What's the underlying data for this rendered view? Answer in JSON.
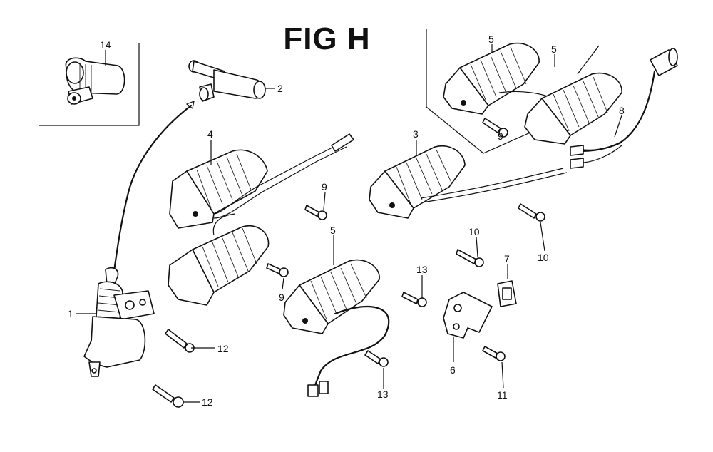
{
  "title": "FIG H",
  "callouts": [
    {
      "id": "c14",
      "text": "14"
    },
    {
      "id": "c2",
      "text": "2"
    },
    {
      "id": "c5a",
      "text": "5"
    },
    {
      "id": "c5b",
      "text": "5"
    },
    {
      "id": "c8",
      "text": "8"
    },
    {
      "id": "c9a",
      "text": "9"
    },
    {
      "id": "c4",
      "text": "4"
    },
    {
      "id": "c3",
      "text": "3"
    },
    {
      "id": "c9b",
      "text": "9"
    },
    {
      "id": "c10a",
      "text": "10"
    },
    {
      "id": "c10b",
      "text": "10"
    },
    {
      "id": "c5c",
      "text": "5"
    },
    {
      "id": "c7",
      "text": "7"
    },
    {
      "id": "c13a",
      "text": "13"
    },
    {
      "id": "c9c",
      "text": "9"
    },
    {
      "id": "c1",
      "text": "1"
    },
    {
      "id": "c12a",
      "text": "12"
    },
    {
      "id": "c6",
      "text": "6"
    },
    {
      "id": "c11",
      "text": "11"
    },
    {
      "id": "c13b",
      "text": "13"
    },
    {
      "id": "c12b",
      "text": "12"
    }
  ]
}
